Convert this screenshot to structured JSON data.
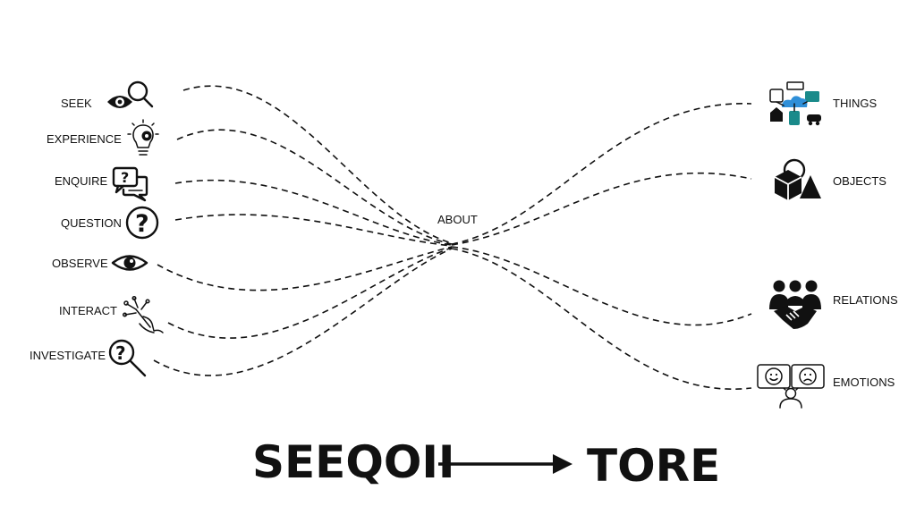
{
  "center_label": "ABOUT",
  "left_items": [
    {
      "label": "SEEK",
      "icon": "eye-magnifier-icon"
    },
    {
      "label": "EXPERIENCE",
      "icon": "lightbulb-gear-icon"
    },
    {
      "label": "ENQUIRE",
      "icon": "question-chat-icon"
    },
    {
      "label": "QUESTION",
      "icon": "question-circle-icon"
    },
    {
      "label": "OBSERVE",
      "icon": "eye-icon"
    },
    {
      "label": "INTERACT",
      "icon": "touch-circuit-icon"
    },
    {
      "label": "INVESTIGATE",
      "icon": "question-magnifier-icon"
    }
  ],
  "right_items": [
    {
      "label": "THINGS",
      "icon": "iot-cloud-icon"
    },
    {
      "label": "OBJECTS",
      "icon": "shapes-icon"
    },
    {
      "label": "RELATIONS",
      "icon": "handshake-people-icon"
    },
    {
      "label": "EMOTIONS",
      "icon": "emotions-faces-icon"
    }
  ],
  "footer": {
    "from": "SEEQOII",
    "to": "TORE",
    "arrow": "arrow-right-icon"
  },
  "colors": {
    "ink": "#111111",
    "accent_teal": "#1a8a8a",
    "accent_blue": "#2f8fd8"
  }
}
